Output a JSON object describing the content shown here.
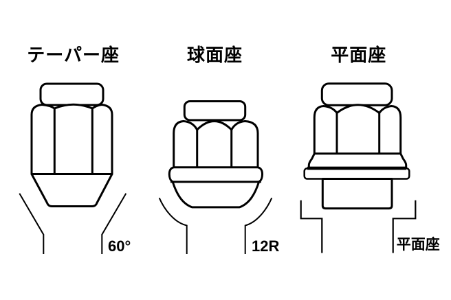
{
  "page": {
    "background_color": "#ffffff"
  },
  "diagram": {
    "ink_color": "#000000",
    "panels": [
      {
        "title": "テーパー座",
        "annotation": "60°"
      },
      {
        "title": "球面座",
        "annotation": "12R"
      },
      {
        "title": "平面座",
        "annotation": "平面座"
      }
    ]
  }
}
